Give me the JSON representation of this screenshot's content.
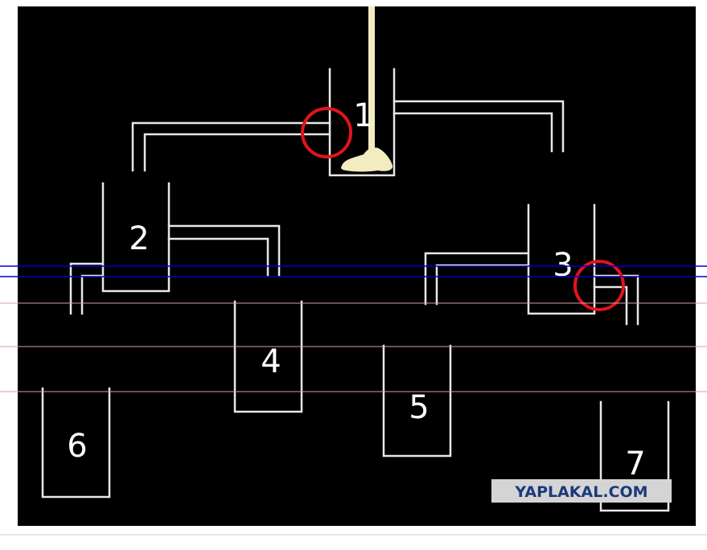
{
  "colors": {
    "page_background": "#ffffff",
    "panel_background": "#000000",
    "outline": "#e8e8e8",
    "flow": "#f2ecc0",
    "highlight_circle": "#e0141b",
    "guide_line_blue": "#0000cc",
    "guide_line_pink": "#d9a0a0",
    "watermark_background": "#d4d4d4",
    "watermark_text": "#1b3a7a"
  },
  "containers": [
    {
      "id": "container-1",
      "label": "1"
    },
    {
      "id": "container-2",
      "label": "2"
    },
    {
      "id": "container-3",
      "label": "3"
    },
    {
      "id": "container-4",
      "label": "4"
    },
    {
      "id": "container-5",
      "label": "5"
    },
    {
      "id": "container-6",
      "label": "6"
    },
    {
      "id": "container-7",
      "label": "7"
    }
  ],
  "watermark": {
    "text": "YAPLAKAL.COM"
  }
}
